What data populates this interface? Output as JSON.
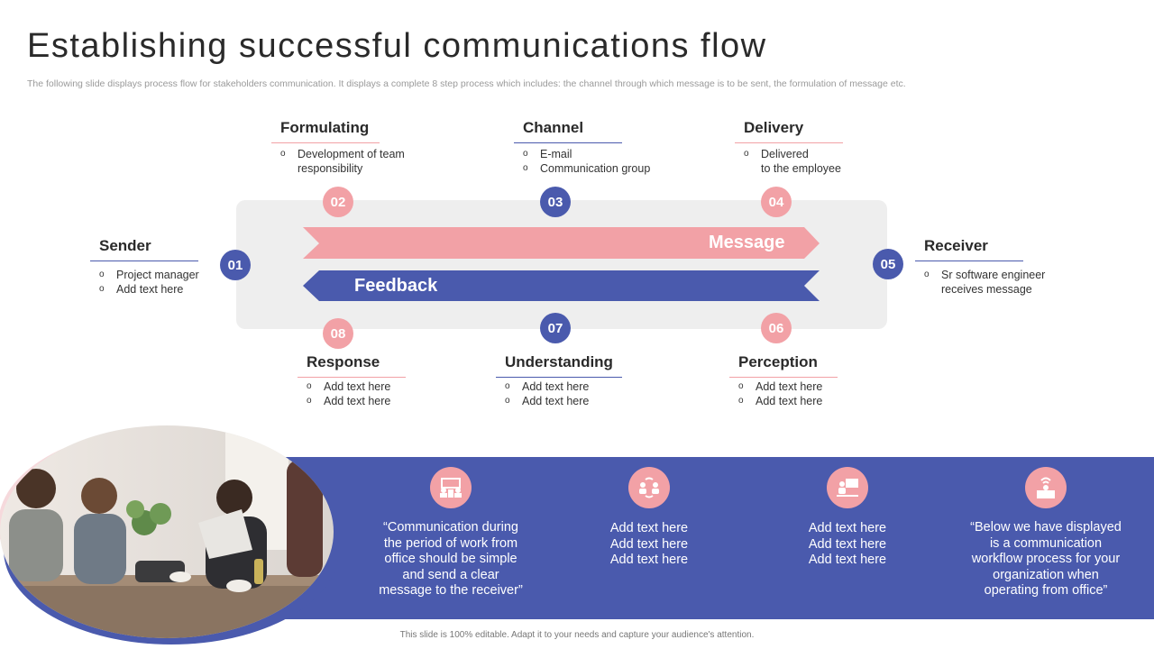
{
  "title": "Establishing successful communications flow",
  "subtitle": "The following slide displays process flow for stakeholders communication. It displays a complete 8 step process which includes: the channel through which message is to be sent, the formulation of message etc.",
  "colors": {
    "blue": "#4a5aad",
    "pink": "#f2a1a6",
    "panel": "#eeeeee"
  },
  "steps": [
    {
      "num": "01",
      "title": "Sender",
      "bullets": [
        "Project manager",
        "Add text here"
      ]
    },
    {
      "num": "02",
      "title": "Formulating",
      "bullets": [
        "Development  of team responsibility"
      ]
    },
    {
      "num": "03",
      "title": "Channel",
      "bullets": [
        "E-mail",
        "Communication group"
      ]
    },
    {
      "num": "04",
      "title": "Delivery",
      "bullets": [
        "Delivered to the employee"
      ]
    },
    {
      "num": "05",
      "title": "Receiver",
      "bullets": [
        "Sr software engineer receives message"
      ]
    },
    {
      "num": "06",
      "title": "Perception",
      "bullets": [
        "Add text here",
        "Add text here"
      ]
    },
    {
      "num": "07",
      "title": "Understanding",
      "bullets": [
        "Add text here",
        "Add text here"
      ]
    },
    {
      "num": "08",
      "title": "Response",
      "bullets": [
        "Add text here",
        "Add text here"
      ]
    }
  ],
  "lines": {
    "formulating": [
      "Development  of team",
      "responsibility"
    ],
    "delivery": [
      "Delivered",
      "to the employee"
    ],
    "receiver": [
      "Sr software engineer",
      "receives message"
    ]
  },
  "arrows": {
    "message": "Message",
    "feedback": "Feedback"
  },
  "bullet_marker": "o",
  "band": {
    "items": [
      {
        "icon": "meeting-icon",
        "text": "“Communication during the period of work from office should be simple and send a clear message to the receiver”"
      },
      {
        "icon": "team-exchange-icon",
        "text": "Add text here Add text here Add text here"
      },
      {
        "icon": "presentation-icon",
        "text": "Add text here Add text here Add text here"
      },
      {
        "icon": "remote-worker-icon",
        "text": "“Below we have displayed is a communication workflow process for your organization when operating from office”"
      }
    ],
    "lines": {
      "item1": [
        "“Communication during",
        "the period of work from",
        "office should be simple",
        "and send a clear",
        "message to the receiver”"
      ],
      "item2": [
        "Add text here",
        "Add text here",
        "Add text here"
      ],
      "item3": [
        "Add text here",
        "Add text here",
        "Add text here"
      ],
      "item4": [
        "“Below we have displayed",
        "is a communication",
        "workflow process for your",
        "organization when",
        "operating from office”"
      ]
    }
  },
  "footer": "This slide is 100% editable. Adapt it to your needs and capture your audience's attention."
}
